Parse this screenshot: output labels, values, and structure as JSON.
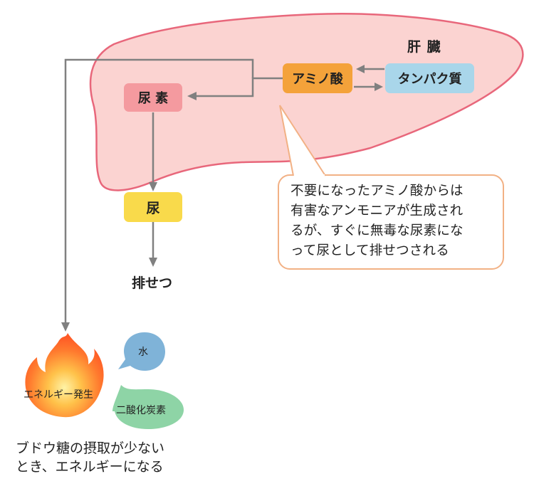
{
  "liver_label": "肝 臓",
  "nodes": {
    "amino_acid": "アミノ酸",
    "protein": "タンパク質",
    "urea": "尿 素",
    "urine": "尿",
    "excretion": "排せつ"
  },
  "callout_lines": [
    "不要になったアミノ酸からは",
    "有害なアンモニアが生成され",
    "るが、すぐに無毒な尿素にな",
    "って尿として排せつされる"
  ],
  "energy": {
    "label": "エネルギー発生",
    "water": "水",
    "co2": "二酸化炭素"
  },
  "caption_lines": [
    "ブドウ糖の摂取が少ない",
    "とき、エネルギーになる"
  ],
  "colors": {
    "liver_fill": "#fbd3d1",
    "liver_stroke": "#e8677b",
    "amino_acid": "#f4a23a",
    "protein": "#a9d6ea",
    "urea": "#f49a9f",
    "urine": "#f9da4b",
    "arrow": "#808080",
    "callout_border": "#f2b185",
    "water_bubble": "#7fb3d8",
    "co2_bubble": "#8ed4a6"
  }
}
